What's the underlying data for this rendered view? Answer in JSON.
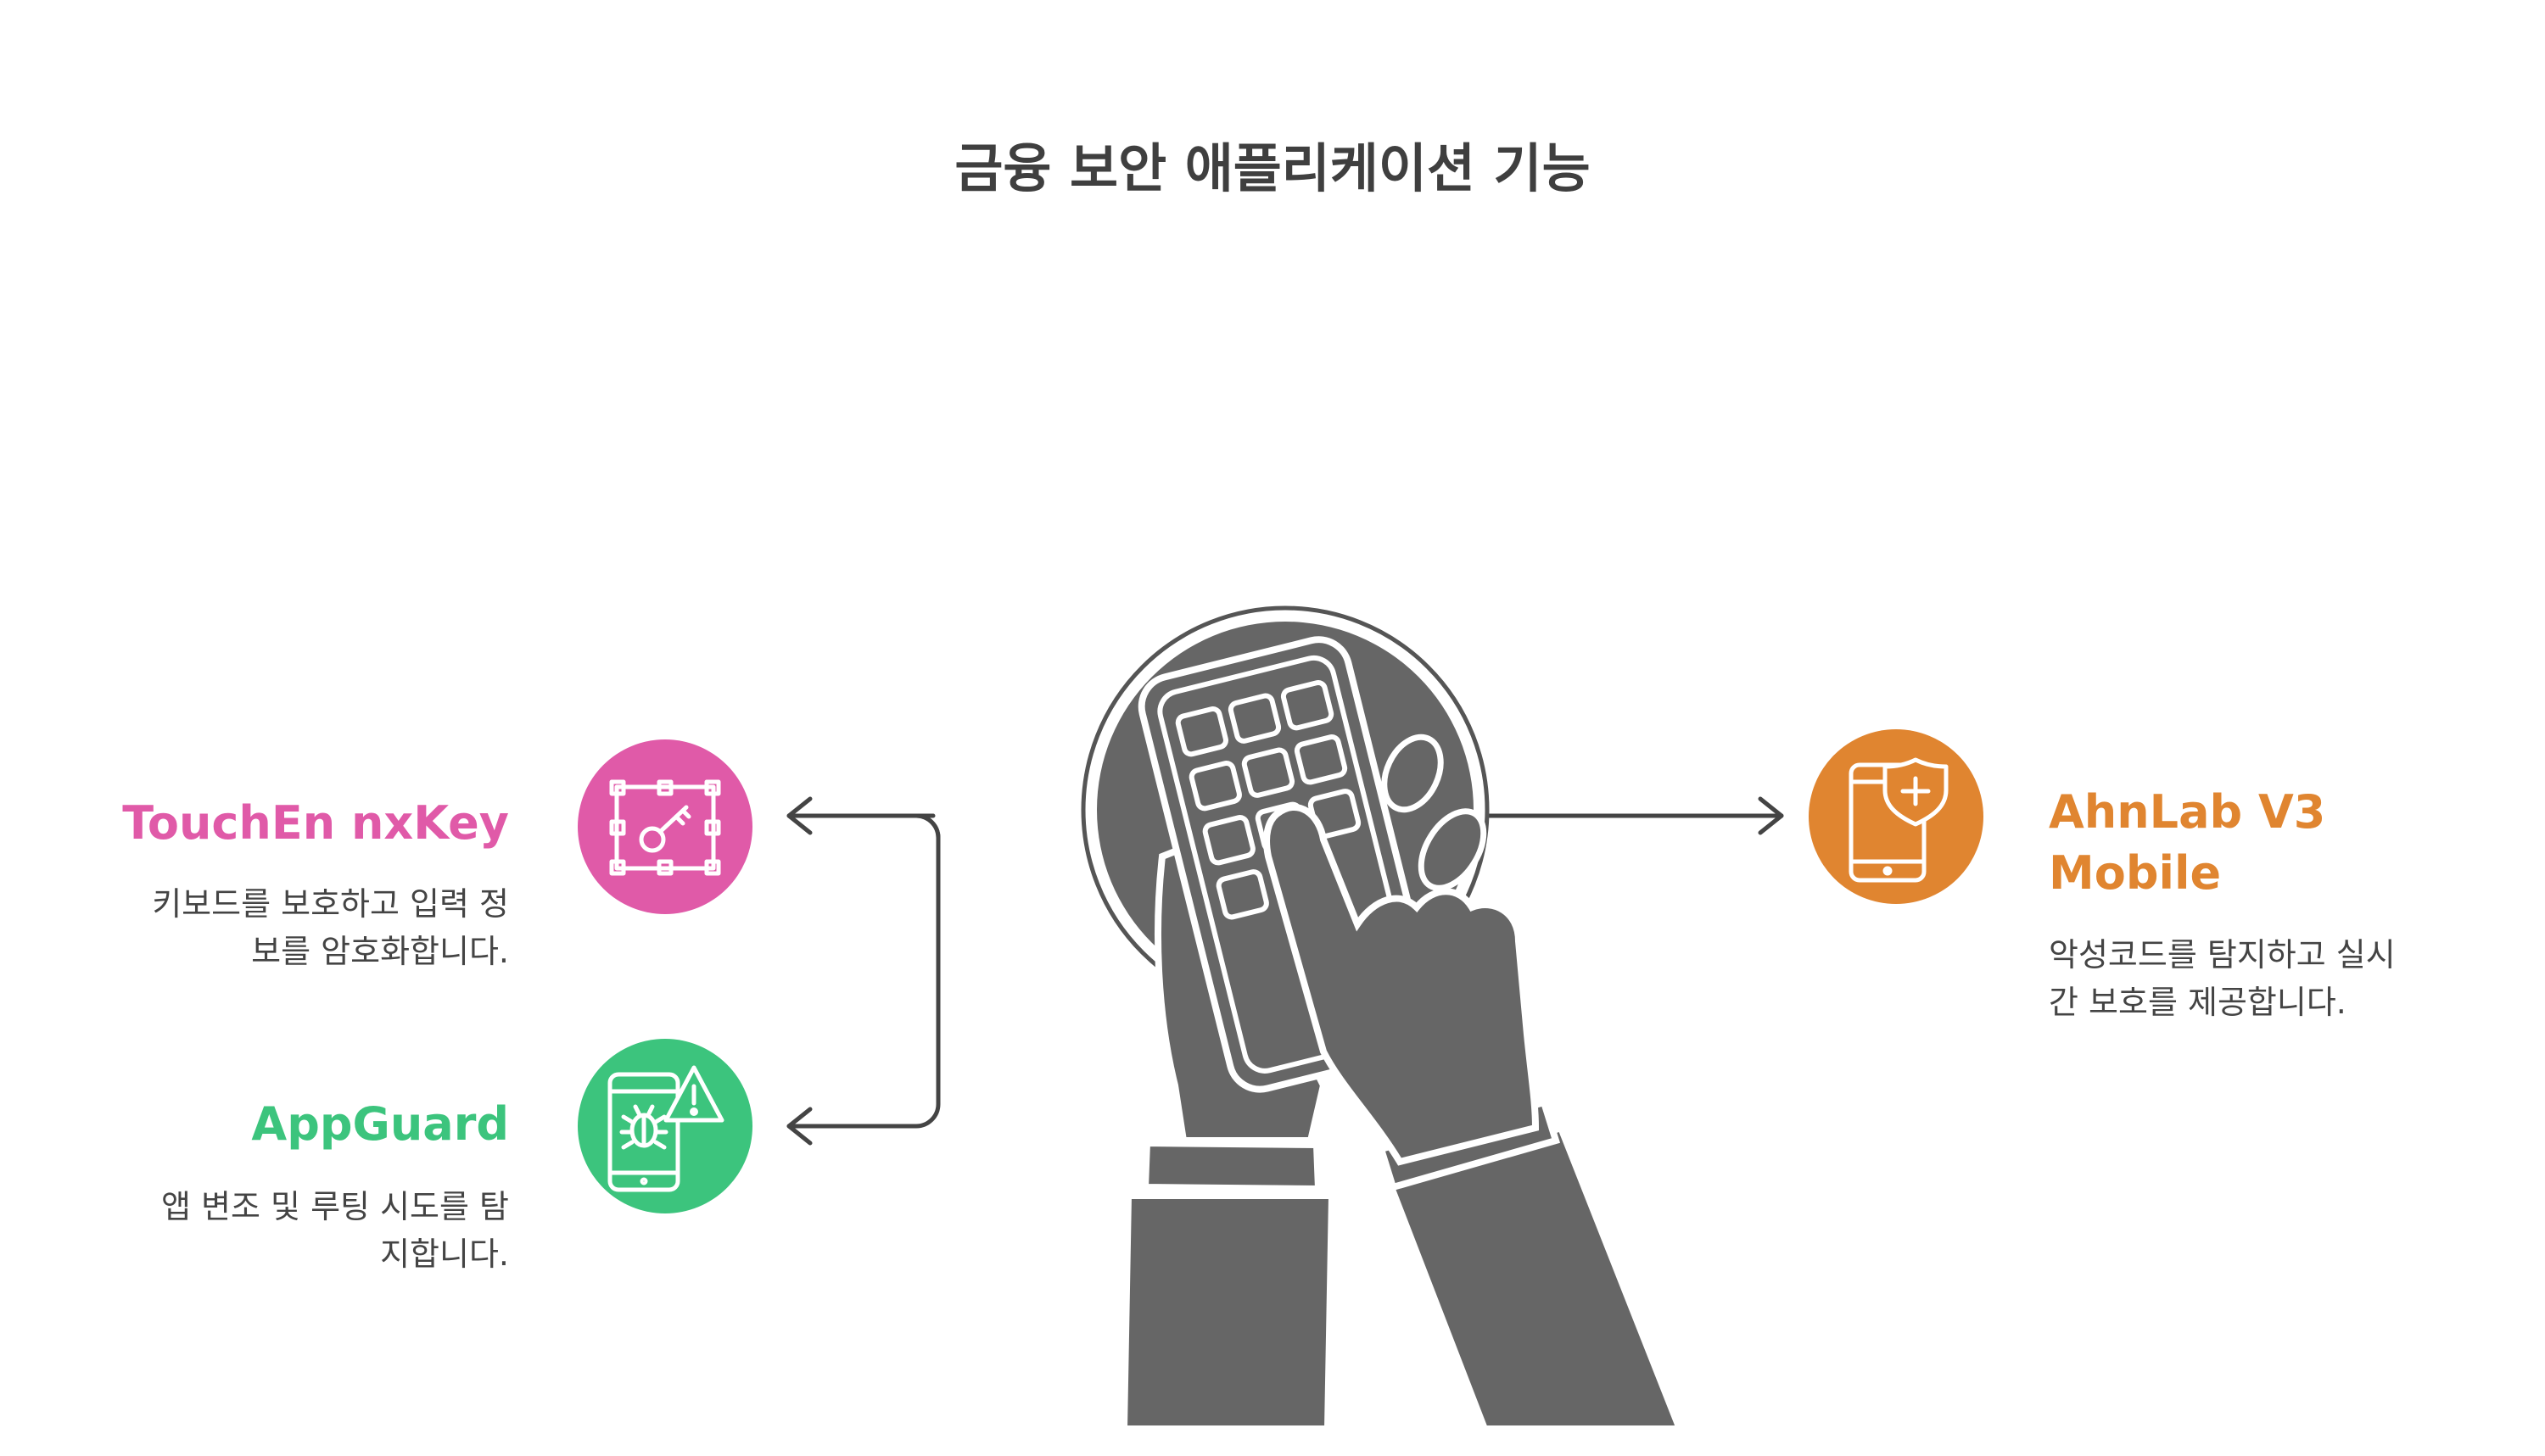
{
  "title": "금융 보안 애플리케이션 기능",
  "items": [
    {
      "label": "TouchEn nxKey",
      "description": "키보드를 보호하고 입력 정보를 암호화합니다.",
      "desc_lines": [
        "키보드를 보호하고 입력 정",
        "보를 암호화합니다."
      ],
      "color": "#e05aa8",
      "icon": "key-frame-icon"
    },
    {
      "label": "AppGuard",
      "description": "앱 변조 및 루팅 시도를 탐지합니다.",
      "desc_lines": [
        "앱 변조 및 루팅 시도를 탐",
        "지합니다."
      ],
      "color": "#3cc47d",
      "icon": "phone-bug-warning-icon"
    },
    {
      "label_lines": [
        "AhnLab V3",
        "Mobile"
      ],
      "description": "악성코드를 탐지하고 실시간 보호를 제공합니다.",
      "desc_lines": [
        "악성코드를 탐지하고 실시",
        "간 보호를 제공합니다."
      ],
      "color": "#e08530",
      "icon": "phone-shield-icon"
    }
  ],
  "center": {
    "icon": "hands-holding-phone-icon",
    "color": "#666666"
  }
}
